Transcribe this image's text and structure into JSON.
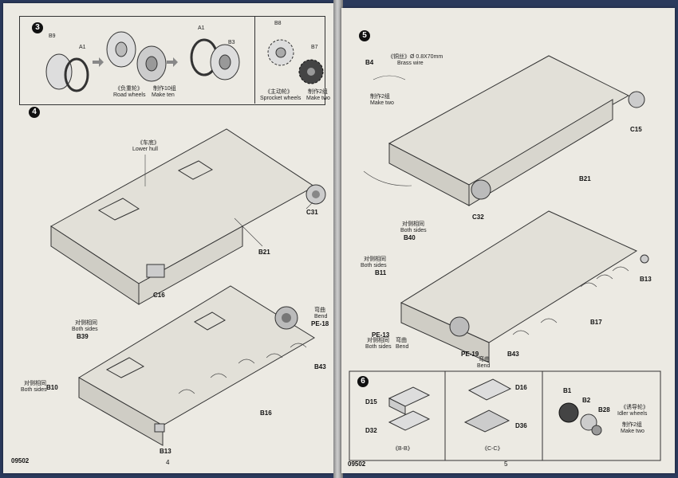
{
  "left_page": {
    "step3": {
      "number": "3",
      "road": {
        "parts": [
          "B9",
          "A1",
          "A1",
          "B3"
        ],
        "cn": "《负重轮》",
        "en": "Road wheels",
        "make_cn": "制作10组",
        "make_en": "Make ten"
      },
      "sprocket": {
        "parts": [
          "B8",
          "B7"
        ],
        "cn": "《主动轮》",
        "en": "Sprocket wheels",
        "make_cn": "制作2组",
        "make_en": "Make two"
      }
    },
    "step4": {
      "number": "4",
      "hull_cn": "《车底》",
      "hull_en": "Lower hull",
      "parts_top": [
        "C31",
        "B21",
        "C16"
      ],
      "bend_cn": "弯曲",
      "bend_en": "Bend",
      "pe": "PE-18",
      "both_sides_cn": "对侧相同",
      "both_sides_en": "Both sides",
      "parts_bottom": [
        "B39",
        "B10",
        "B43",
        "B16",
        "B13"
      ]
    },
    "code": "09502",
    "page_number": "4"
  },
  "right_page": {
    "step5": {
      "number": "5",
      "wire_part": "B4",
      "wire_cn": "《铜丝》Ø 0.8X70mm",
      "wire_en": "Brass wire",
      "make_cn": "制作2组",
      "make_en": "Make two",
      "parts_top": [
        "C15",
        "B21",
        "C32"
      ],
      "both_sides_cn": "对侧相同",
      "both_sides_en": "Both sides",
      "parts_bottom": [
        "B40",
        "B11",
        "B13",
        "B17",
        "B43"
      ],
      "pe13": "PE-13",
      "pe19": "PE-19",
      "bend_cn": "弯曲",
      "bend_en": "Bend"
    },
    "step6": {
      "number": "6",
      "bb": {
        "parts": [
          "D15",
          "D32"
        ],
        "label": "《B-B》"
      },
      "cc": {
        "parts": [
          "D16",
          "D36"
        ],
        "label": "《C-C》"
      },
      "idler": {
        "parts": [
          "B1",
          "B2",
          "B28"
        ],
        "cn": "《诱导轮》",
        "en": "Idler wheels",
        "make_cn": "制作2组",
        "make_en": "Make two"
      }
    },
    "code": "09502",
    "page_number": "5"
  },
  "colors": {
    "paper": "#eceae3",
    "ink": "#222222",
    "background": "#2b3a5c"
  }
}
